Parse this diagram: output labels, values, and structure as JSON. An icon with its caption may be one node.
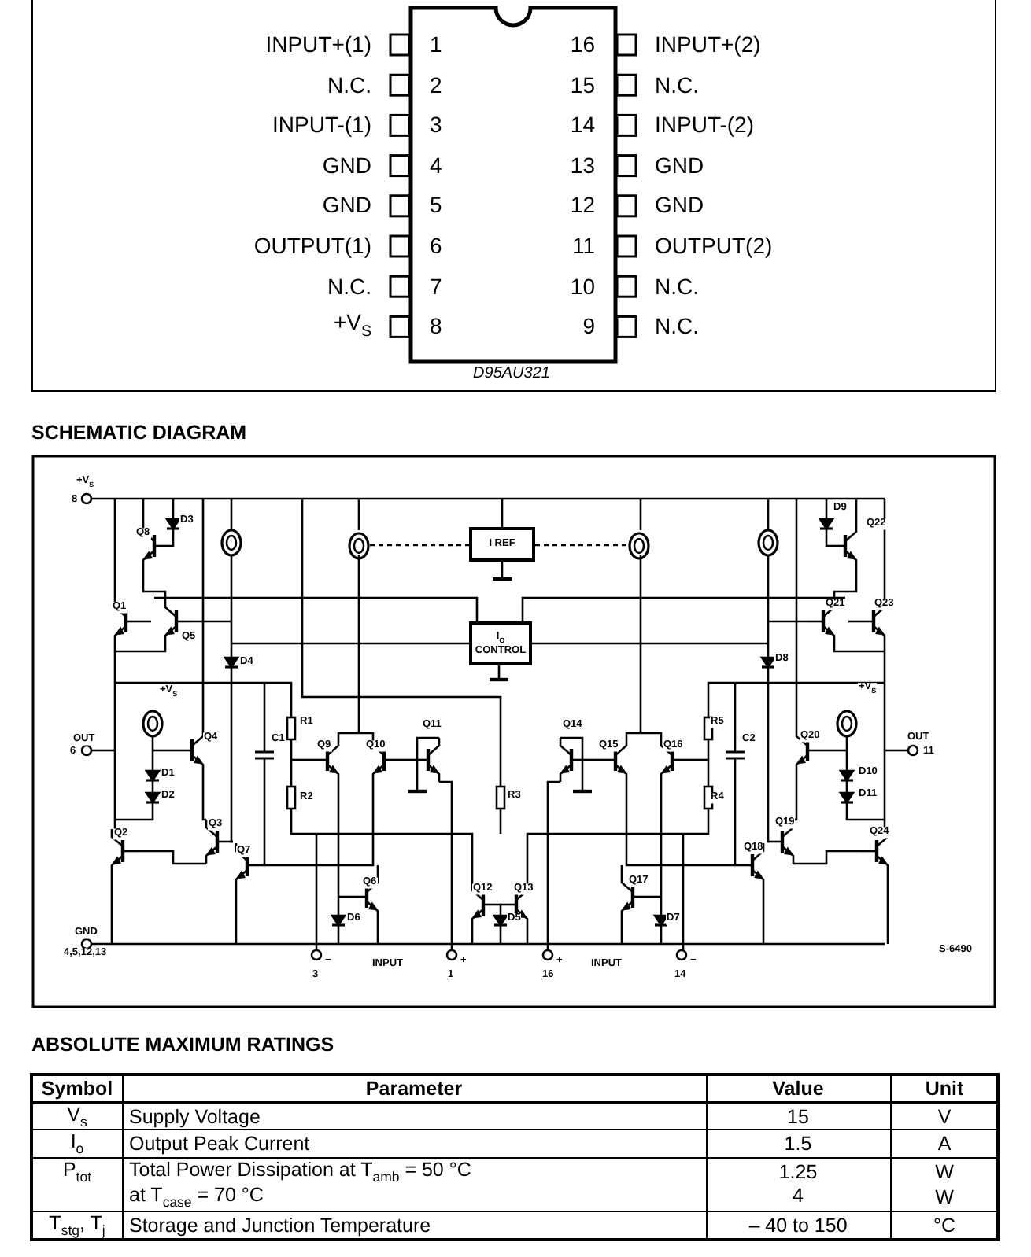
{
  "diagram": {
    "nodes": [
      {
        "text": [
          "I REF"
        ]
      },
      {
        "text": [
          "I$_{O}$ CONTROL"
        ]
      },
      {
        "text": [],
        "shape": "circle"
      },
      {
        "text": [],
        "shape": "circle"
      }
    ],
    "edges": [
      {
        "from": 2,
        "to": 0,
        "arrow": "none",
        "style": "dashed"
      },
      {
        "from": 0,
        "to": 3,
        "arrow": "none",
        "style": "dashed"
      }
    ],
    "labels": [
      "INPUT+(1)",
      "1",
      "16",
      "INPUT+(2)",
      "N.C.",
      "2",
      "15",
      "N.C.",
      "INPUT-(1)",
      "3",
      "14",
      "INPUT-(2)",
      "GND",
      "4",
      "13",
      "GND",
      "GND",
      "5",
      "12",
      "GND",
      "OUTPUT(1)",
      "6",
      "11",
      "OUTPUT(2)",
      "N.C.",
      "7",
      "10",
      "N.C.",
      "+V$_{S}$",
      "8",
      "9",
      "N.C.",
      "D95AU321",
      "SCHEMATIC DIAGRAM",
      "+V$_{S}$",
      "8",
      "D3",
      "Q8",
      "D9",
      "Q22",
      "Q1",
      "Q5",
      "Q21",
      "Q23",
      "D4",
      "D8",
      "+V$_{S}$",
      "+V$_{S}$",
      "OUT",
      "6",
      "Q4",
      "C1",
      "R1",
      "Q9",
      "Q10",
      "Q11",
      "R3",
      "Q14",
      "Q15",
      "Q16",
      "R5",
      "C2",
      "Q20",
      "OUT",
      "11",
      "D1",
      "D2",
      "D10",
      "D11",
      "R2",
      "R4",
      "Q2",
      "Q3",
      "Q7",
      "Q19",
      "Q24",
      "Q18",
      "Q6",
      "D6",
      "Q12",
      "Q13",
      "D5",
      "Q17",
      "D7",
      "GND",
      "4,5,12,13",
      "S-6490",
      "−",
      "3",
      "INPUT",
      "+",
      "1",
      "+",
      "16",
      "INPUT",
      "−",
      "14",
      "ABSOLUTE MAXIMUM RATINGS",
      "Symbol",
      "Parameter",
      "Value",
      "Unit",
      "V$_{s}$",
      "Supply Voltage",
      "15",
      "V",
      "I$_{o}$",
      "Output Peak Current",
      "1.5",
      "A",
      "P$_{tot}$",
      "Total Power Dissipation at T$_{amb}$ = 50 °C",
      "at T$_{case}$ = 70 °C",
      "1.25",
      "4",
      "W",
      "W",
      "T$_{stg}$, T$_{j}$",
      "Storage and Junction Temperature",
      "– 40 to 150",
      "°C"
    ]
  }
}
